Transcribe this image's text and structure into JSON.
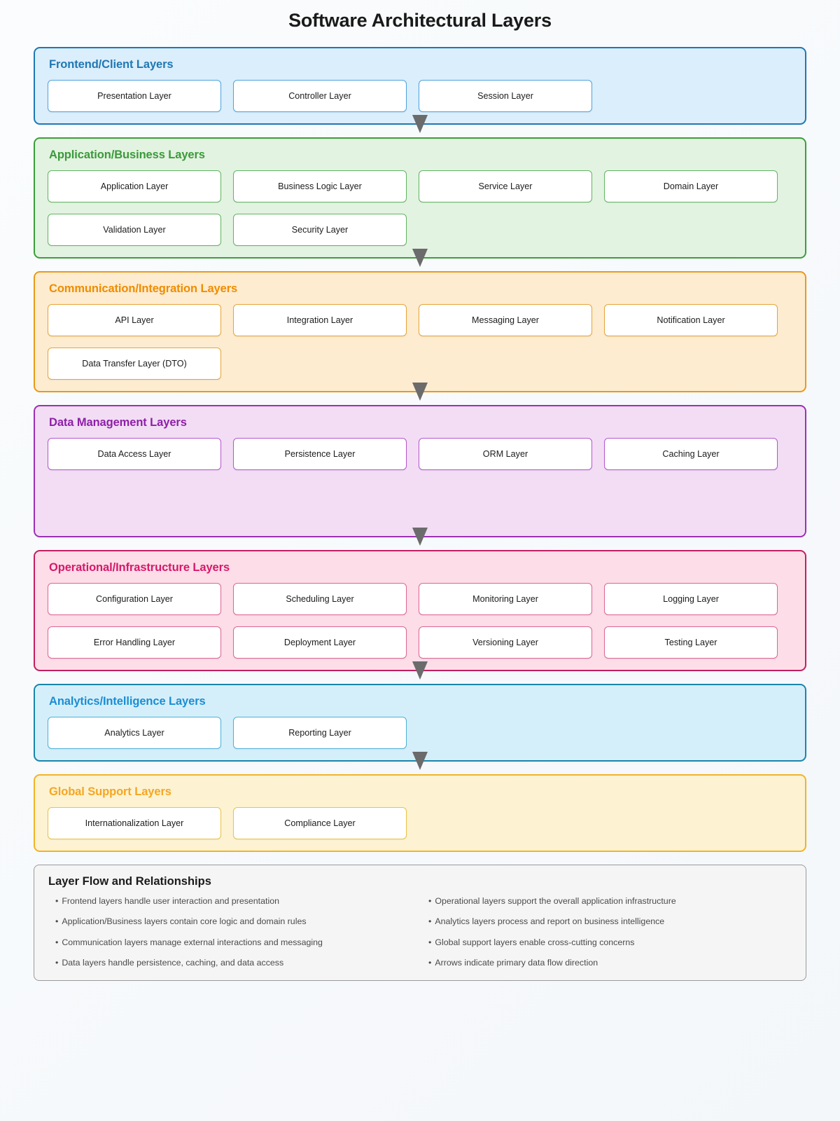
{
  "page": {
    "title": "Software Architectural Layers",
    "background": "#f7f9fb"
  },
  "sections": [
    {
      "id": "frontend",
      "title": "Frontend/Client Layers",
      "accent": "#1f78b4",
      "border": "#1f78b4",
      "fill": "#dbeefb",
      "box_border": "#4ea3dd",
      "layers": [
        "Presentation Layer",
        "Controller Layer",
        "Session Layer"
      ],
      "extra_space": 0
    },
    {
      "id": "application",
      "title": "Application/Business Layers",
      "accent": "#3a9a3a",
      "border": "#3c9e3c",
      "fill": "#e3f3e1",
      "box_border": "#62b562",
      "layers": [
        "Application Layer",
        "Business Logic Layer",
        "Service Layer",
        "Domain Layer",
        "Validation Layer",
        "Security Layer"
      ],
      "extra_space": 0
    },
    {
      "id": "communication",
      "title": "Communication/Integration Layers",
      "accent": "#f08c00",
      "border": "#e89a1c",
      "fill": "#fdeccf",
      "box_border": "#e6a53a",
      "layers": [
        "API Layer",
        "Integration Layer",
        "Messaging Layer",
        "Notification Layer",
        "Data Transfer Layer (DTO)"
      ],
      "extra_space": 0
    },
    {
      "id": "data-management",
      "title": "Data Management Layers",
      "accent": "#8e1fa8",
      "border": "#9b30b5",
      "fill": "#f2ddf5",
      "box_border": "#b457cc",
      "layers": [
        "Data Access Layer",
        "Persistence Layer",
        "ORM Layer",
        "Caching Layer"
      ],
      "extra_space": 78
    },
    {
      "id": "operational",
      "title": "Operational/Infrastructure Layers",
      "accent": "#d6196b",
      "border": "#c21f61",
      "fill": "#fcdde8",
      "box_border": "#dd6694",
      "layers": [
        "Configuration Layer",
        "Scheduling Layer",
        "Monitoring Layer",
        "Logging Layer",
        "Error Handling Layer",
        "Deployment Layer",
        "Versioning Layer",
        "Testing Layer"
      ],
      "extra_space": 0
    },
    {
      "id": "analytics",
      "title": "Analytics/Intelligence Layers",
      "accent": "#1b8ed4",
      "border": "#1a85ab",
      "fill": "#d5effa",
      "box_border": "#4eb0d8",
      "layers": [
        "Analytics Layer",
        "Reporting Layer"
      ],
      "extra_space": 0
    },
    {
      "id": "global-support",
      "title": "Global Support Layers",
      "accent": "#f5a623",
      "border": "#f0b429",
      "fill": "#fdf3d3",
      "box_border": "#e8c34a",
      "layers": [
        "Internationalization Layer",
        "Compliance Layer"
      ],
      "extra_space": 0
    }
  ],
  "legend": {
    "title": "Layer Flow and Relationships",
    "bullet": "•",
    "left_items": [
      "Frontend layers handle user interaction and presentation",
      "Application/Business layers contain core logic and domain rules",
      "Communication layers manage external interactions and messaging",
      "Data layers handle persistence, caching, and data access"
    ],
    "right_items": [
      "Operational layers support the overall application infrastructure",
      "Analytics layers process and report on business intelligence",
      "Global support layers enable cross-cutting concerns",
      "Arrows indicate primary data flow direction"
    ]
  },
  "flow": {
    "arrow_color": "#6b6b6b",
    "arrow_count": 6
  }
}
